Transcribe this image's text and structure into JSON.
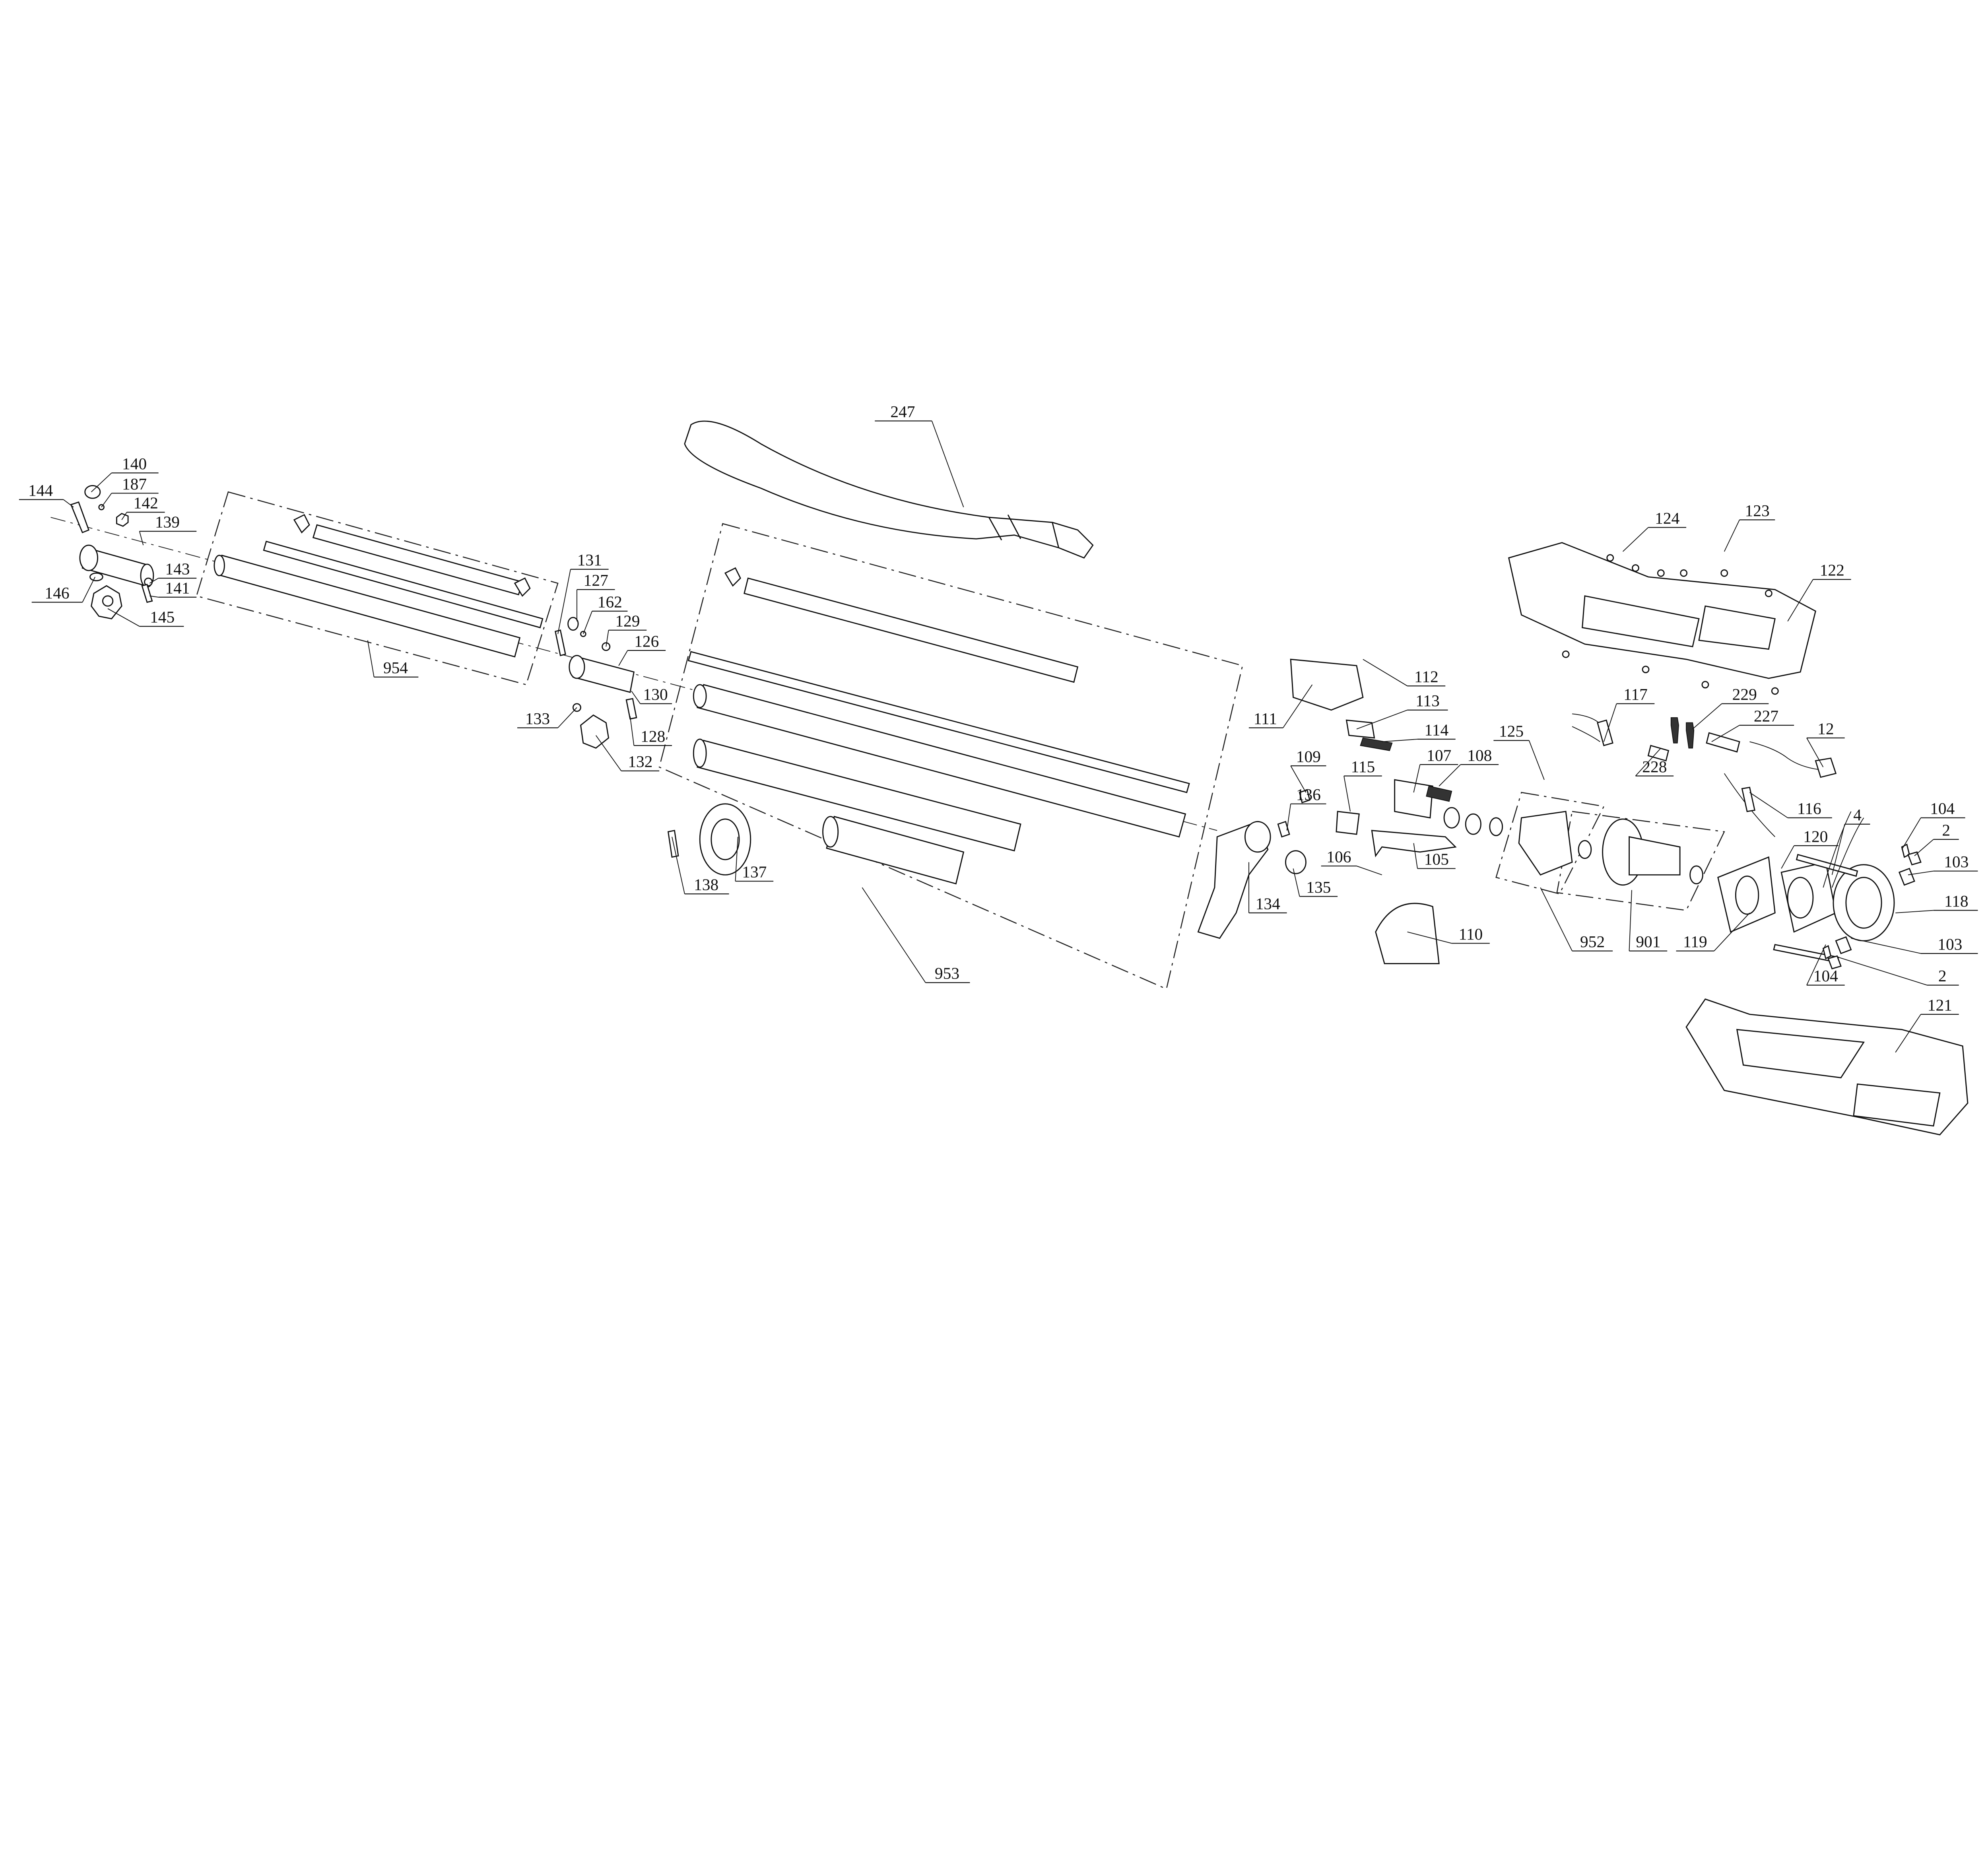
{
  "diagram": {
    "type": "exploded-parts-view",
    "line_color": "#111111",
    "background": "#ffffff",
    "labels": [
      "247",
      "140",
      "144",
      "187",
      "142",
      "139",
      "143",
      "141",
      "146",
      "145",
      "954",
      "131",
      "127",
      "162",
      "129",
      "126",
      "130",
      "133",
      "128",
      "132",
      "138",
      "137",
      "953",
      "111",
      "112",
      "113",
      "114",
      "109",
      "115",
      "107",
      "108",
      "125",
      "136",
      "106",
      "105",
      "135",
      "134",
      "110",
      "952",
      "901",
      "119",
      "117",
      "229",
      "227",
      "228",
      "12",
      "116",
      "4",
      "120",
      "104",
      "2",
      "103",
      "118",
      "103",
      "104",
      "2",
      "121",
      "122",
      "123",
      "124"
    ]
  }
}
